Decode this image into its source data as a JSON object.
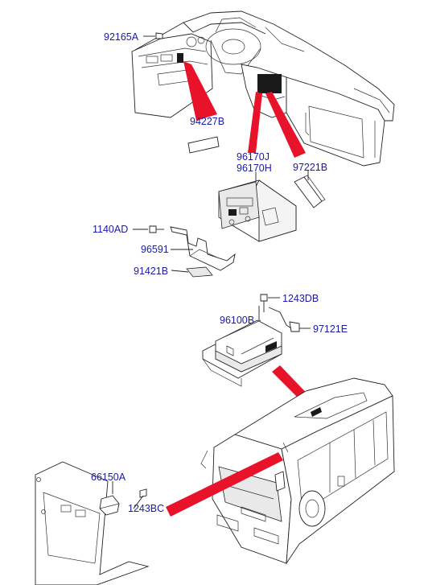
{
  "colors": {
    "label": "#1a1aa6",
    "callout": "#e8122a",
    "line": "#222222"
  },
  "labels": {
    "p92165A": "92165A",
    "p94227B": "94227B",
    "p96170J": "96170J",
    "p96170H": "96170H",
    "p97221B": "97221B",
    "p1140AD": "1140AD",
    "p96591": "96591",
    "p91421B": "91421B",
    "p1243DB": "1243DB",
    "p96100B": "96100B",
    "p97121E": "97121E",
    "p66150A": "66150A",
    "p1243BC": "1243BC"
  }
}
